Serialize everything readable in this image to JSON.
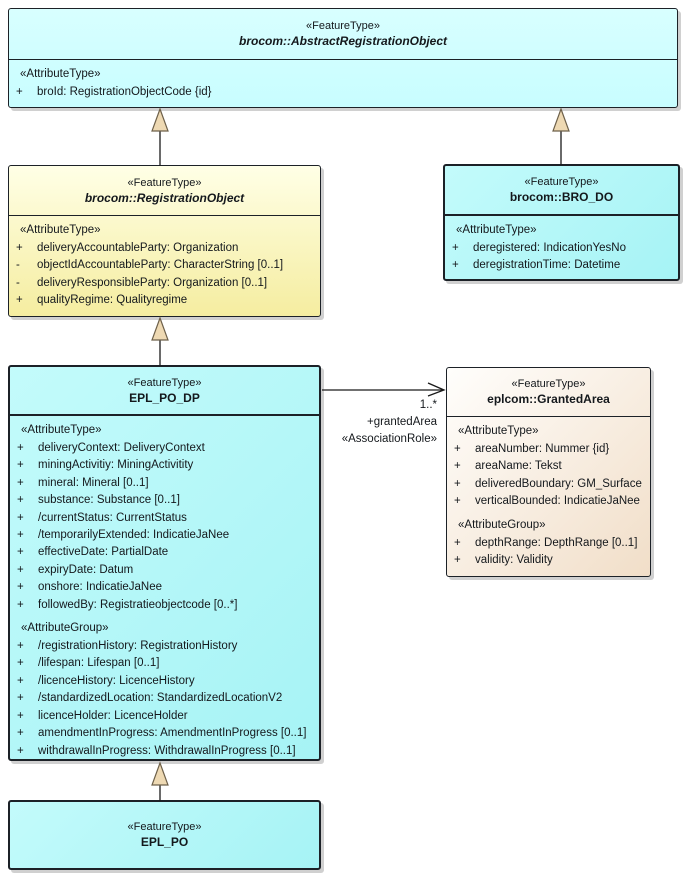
{
  "colors": {
    "box_border": "#1c2127",
    "cyan_light_fill": "#ccfeff",
    "cyan_fill": "#aaf5f6",
    "yellow_fill": "#f5eda0",
    "cream_fill": "#f1dec8",
    "generalization_head_fill": "#eed9b3",
    "shadow": "#969696"
  },
  "boxes": {
    "abstract_registration_object": {
      "stereotype": "«FeatureType»",
      "name": "brocom::AbstractRegistrationObject",
      "attr_header": "«AttributeType»",
      "attributes": [
        {
          "vis": "+",
          "text": "broId: RegistrationObjectCode {id}"
        }
      ]
    },
    "registration_object": {
      "stereotype": "«FeatureType»",
      "name": "brocom::RegistrationObject",
      "attr_header": "«AttributeType»",
      "attributes": [
        {
          "vis": "+",
          "text": "deliveryAccountableParty: Organization"
        },
        {
          "vis": "-",
          "text": "objectIdAccountableParty: CharacterString [0..1]"
        },
        {
          "vis": "-",
          "text": "deliveryResponsibleParty: Organization [0..1]"
        },
        {
          "vis": "+",
          "text": "qualityRegime: Qualityregime"
        }
      ]
    },
    "bro_do": {
      "stereotype": "«FeatureType»",
      "name": "brocom::BRO_DO",
      "attr_header": "«AttributeType»",
      "attributes": [
        {
          "vis": "+",
          "text": "deregistered: IndicationYesNo"
        },
        {
          "vis": "+",
          "text": "deregistrationTime: Datetime"
        }
      ]
    },
    "epl_po_dp": {
      "stereotype": "«FeatureType»",
      "name": "EPL_PO_DP",
      "attr_header": "«AttributeType»",
      "attributes": [
        {
          "vis": "+",
          "text": "deliveryContext: DeliveryContext"
        },
        {
          "vis": "+",
          "text": "miningActivitiy: MiningActivitity"
        },
        {
          "vis": "+",
          "text": "mineral: Mineral [0..1]"
        },
        {
          "vis": "+",
          "text": "substance: Substance [0..1]"
        },
        {
          "vis": "+",
          "text": "/currentStatus: CurrentStatus"
        },
        {
          "vis": "+",
          "text": "/temporarilyExtended: IndicatieJaNee"
        },
        {
          "vis": "+",
          "text": "effectiveDate: PartialDate"
        },
        {
          "vis": "+",
          "text": "expiryDate: Datum"
        },
        {
          "vis": "+",
          "text": "onshore: IndicatieJaNee"
        },
        {
          "vis": "+",
          "text": "followedBy: Registratieobjectcode [0..*]"
        }
      ],
      "group_header": "«AttributeGroup»",
      "group_attributes": [
        {
          "vis": "+",
          "text": "/registrationHistory: RegistrationHistory"
        },
        {
          "vis": "+",
          "text": "/lifespan: Lifespan [0..1]"
        },
        {
          "vis": "+",
          "text": "/licenceHistory: LicenceHistory"
        },
        {
          "vis": "+",
          "text": "/standardizedLocation: StandardizedLocationV2"
        },
        {
          "vis": "+",
          "text": "licenceHolder: LicenceHolder"
        },
        {
          "vis": "+",
          "text": "amendmentInProgress: AmendmentInProgress [0..1]"
        },
        {
          "vis": "+",
          "text": "withdrawalInProgress: WithdrawalInProgress [0..1]"
        }
      ]
    },
    "granted_area": {
      "stereotype": "«FeatureType»",
      "name": "eplcom::GrantedArea",
      "attr_header": "«AttributeType»",
      "attributes": [
        {
          "vis": "+",
          "text": "areaNumber: Nummer {id}"
        },
        {
          "vis": "+",
          "text": "areaName: Tekst"
        },
        {
          "vis": "+",
          "text": "deliveredBoundary: GM_Surface"
        },
        {
          "vis": "+",
          "text": "verticalBounded: IndicatieJaNee"
        }
      ],
      "group_header": "«AttributeGroup»",
      "group_attributes": [
        {
          "vis": "+",
          "text": "depthRange: DepthRange [0..1]"
        },
        {
          "vis": "+",
          "text": "validity: Validity"
        }
      ]
    },
    "epl_po": {
      "stereotype": "«FeatureType»",
      "name": "EPL_PO"
    }
  },
  "association_granted_area": {
    "multiplicity": "1..*",
    "role": "+grantedArea",
    "stereotype": "«AssociationRole»"
  }
}
